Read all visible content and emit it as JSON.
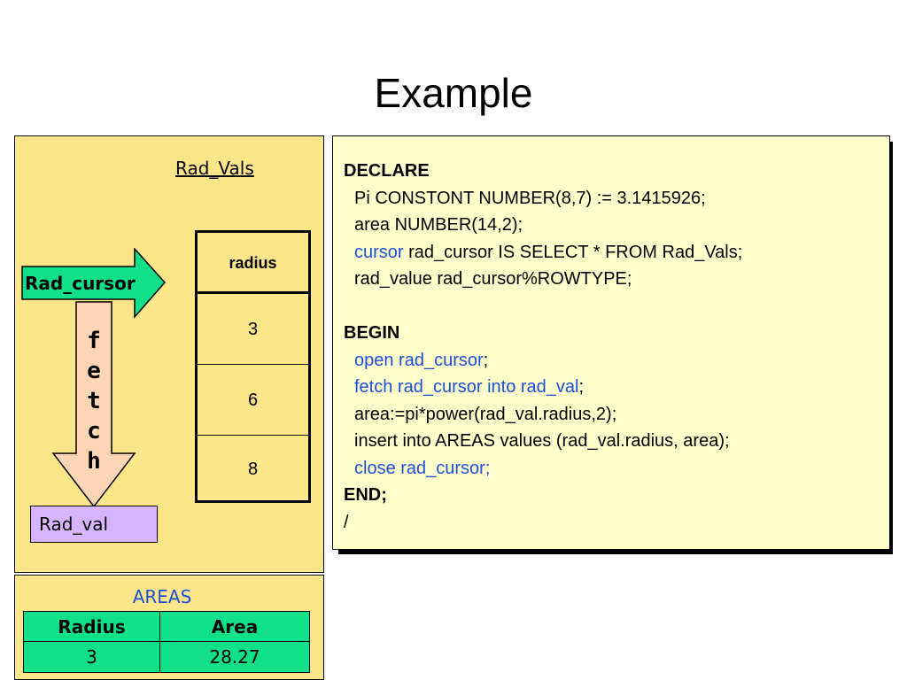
{
  "title": "Example",
  "table": {
    "name": "Rad_Vals",
    "header": "radius",
    "rows": [
      "3",
      "6",
      "8"
    ]
  },
  "cursor_label": "Rad_cursor",
  "fetch_letters": [
    "f",
    "e",
    "t",
    "c",
    "h"
  ],
  "record_label": "Rad_val",
  "areas": {
    "title": "AREAS",
    "headers": [
      "Radius",
      "Area"
    ],
    "row": [
      "3",
      "28.27"
    ]
  },
  "code": {
    "l1": "DECLARE",
    "l2": "Pi CONSTONT NUMBER(8,7) := 3.1415926;",
    "l3": "area NUMBER(14,2);",
    "l4_kw": "cursor",
    "l4_rest": " rad_cursor IS SELECT * FROM Rad_Vals;",
    "l5": "rad_value rad_cursor%ROWTYPE;",
    "l6": "BEGIN",
    "l7_kw": "open rad_cursor",
    "l7_rest": ";",
    "l8_kw": "fetch rad_cursor into rad_val",
    "l8_rest": ";",
    "l9": "area:=pi*power(rad_val.radius,2);",
    "l10": "insert into AREAS values (rad_val.radius, area);",
    "l11_kw": "close rad_cursor;",
    "l12": "END;",
    "l13": "/"
  },
  "colors": {
    "panel_yellow": "#fde68a",
    "arrow_green": "#10e088",
    "fetch_arrow": "#fcd5b5",
    "record_purple": "#d8b4fe",
    "code_bg": "#ffffcc",
    "keyword_blue": "#1d4ed8"
  }
}
